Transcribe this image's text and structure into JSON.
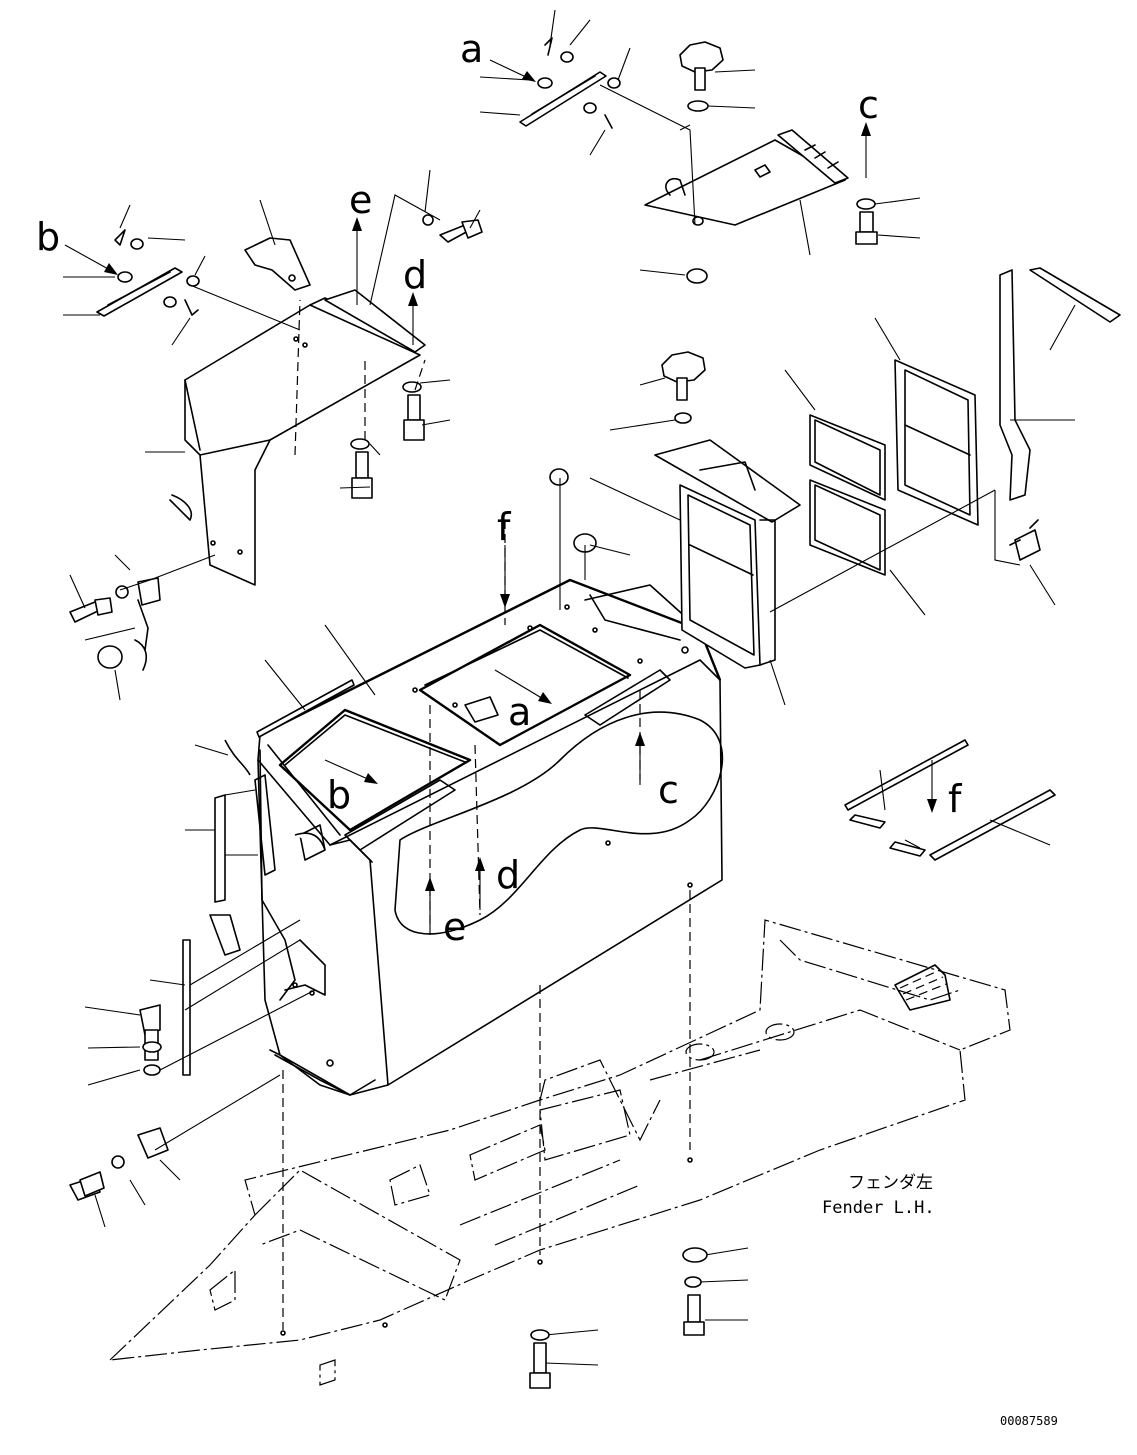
{
  "callouts": {
    "a_top": "a",
    "b_left": "b",
    "c_top": "c",
    "d_top": "d",
    "e_top": "e",
    "f_top": "f",
    "a_center": "a",
    "b_center": "b",
    "c_center": "c",
    "d_center": "d",
    "e_center": "e",
    "f_right": "f"
  },
  "caption": {
    "japanese": "フェンダ左",
    "english": "Fender L.H."
  },
  "drawing_number": "00087589"
}
